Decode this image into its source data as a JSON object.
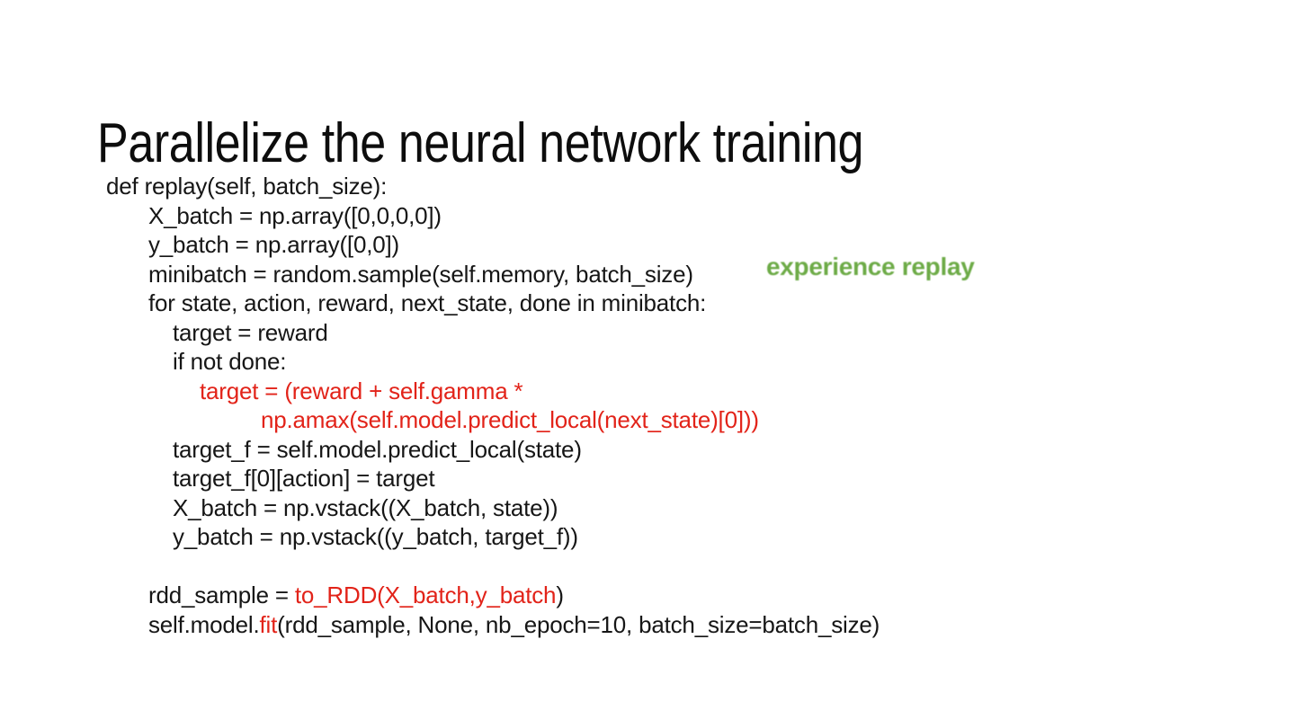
{
  "slide": {
    "title": "Parallelize the neural network training",
    "annotation": "experience replay",
    "colors": {
      "background": "#ffffff",
      "title": "#0d0d0d",
      "code": "#161616",
      "highlight_red": "#e22319",
      "annotation_green": "#6dab47"
    },
    "code": {
      "lines": [
        {
          "indent": 0,
          "segments": [
            {
              "text": "def replay(self, batch_size):"
            }
          ]
        },
        {
          "indent": 1,
          "segments": [
            {
              "text": "X_batch = np.array([0,0,0,0])"
            }
          ]
        },
        {
          "indent": 1,
          "segments": [
            {
              "text": "y_batch = np.array([0,0])"
            }
          ]
        },
        {
          "indent": 1,
          "segments": [
            {
              "text": "minibatch = random.sample(self.memory, batch_size)"
            }
          ]
        },
        {
          "indent": 1,
          "segments": [
            {
              "text": "for state, action, reward, next_state, done in minibatch:"
            }
          ]
        },
        {
          "indent": 2,
          "segments": [
            {
              "text": "target = reward"
            }
          ]
        },
        {
          "indent": 2,
          "segments": [
            {
              "text": "if not done:"
            }
          ]
        },
        {
          "indent": 3,
          "segments": [
            {
              "text": "target = (reward + self.gamma *",
              "red": true
            }
          ]
        },
        {
          "indent": 4,
          "segments": [
            {
              "text": "np.amax(self.model.predict_local(next_state)[0]))",
              "red": true
            }
          ]
        },
        {
          "indent": 2,
          "segments": [
            {
              "text": "target_f = self.model.predict_local(state)"
            }
          ]
        },
        {
          "indent": 2,
          "segments": [
            {
              "text": "target_f[0][action] = target"
            }
          ]
        },
        {
          "indent": 2,
          "segments": [
            {
              "text": "X_batch = np.vstack((X_batch, state))"
            }
          ]
        },
        {
          "indent": 2,
          "segments": [
            {
              "text": "y_batch = np.vstack((y_batch, target_f))"
            }
          ]
        },
        {
          "indent": 0,
          "segments": []
        },
        {
          "indent": 1,
          "segments": [
            {
              "text": "rdd_sample = "
            },
            {
              "text": "to_RDD(X_batch,y_batch",
              "red": true
            },
            {
              "text": ")"
            }
          ]
        },
        {
          "indent": 1,
          "segments": [
            {
              "text": "self.model."
            },
            {
              "text": "fit",
              "red": true
            },
            {
              "text": "(rdd_sample, None, nb_epoch=10, batch_size=batch_size)"
            }
          ]
        }
      ]
    }
  }
}
